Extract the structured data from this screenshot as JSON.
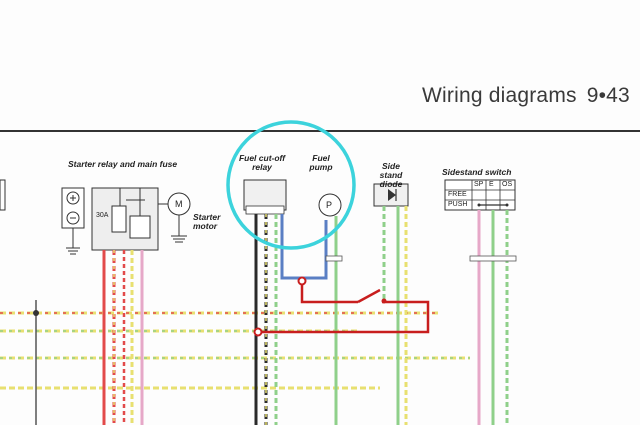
{
  "header": {
    "title": "Wiring diagrams",
    "page_number": "9•43"
  },
  "components": {
    "starter_relay": "Starter relay and main fuse",
    "fuse_rating": "30A",
    "starter_motor": "Starter motor",
    "motor_symbol": "M",
    "fuel_cutoff_relay": "Fuel cut-off relay",
    "fuel_pump": "Fuel pump",
    "pump_symbol": "P",
    "side_stand_diode": "Side stand diode",
    "sidestand_switch": "Sidestand switch"
  },
  "switch_table": {
    "headers": [
      "SP",
      "E",
      "OS"
    ],
    "rows": [
      "FREE",
      "PUSH"
    ]
  },
  "colors": {
    "annotation_circle": "#3cd3dc",
    "added_wire": "#c81e1e",
    "wire_red": "#e24a4a",
    "wire_yellow": "#e8e070",
    "wire_green": "#8fd08a",
    "wire_blue": "#5a7fc4",
    "wire_black": "#2a2a2a",
    "wire_pink": "#e6a8c8"
  }
}
